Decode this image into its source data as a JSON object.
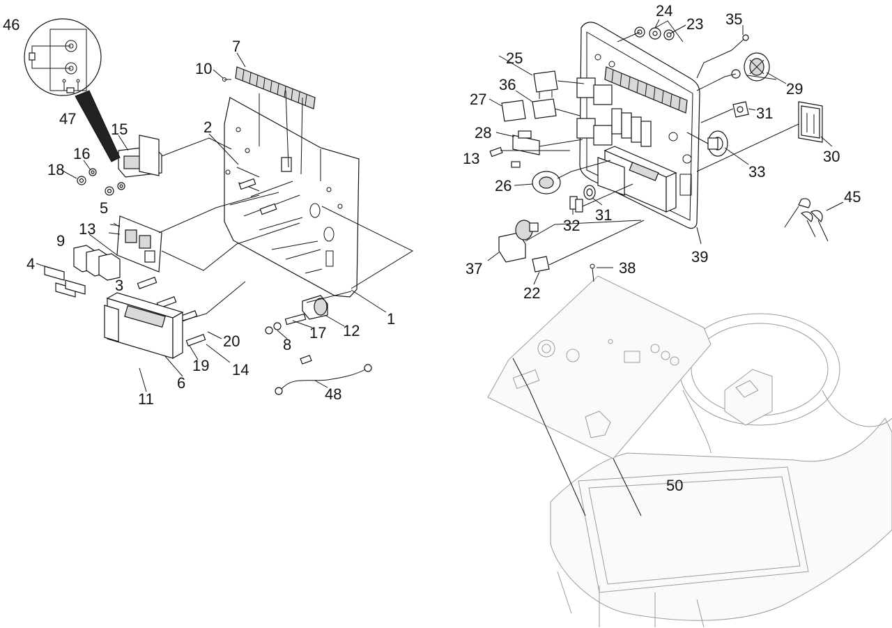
{
  "callouts": {
    "n1": "1",
    "n2": "2",
    "n3": "3",
    "n4": "4",
    "n5": "5",
    "n6": "6",
    "n7": "7",
    "n8": "8",
    "n9": "9",
    "n10": "10",
    "n11": "11",
    "n12": "12",
    "n13a": "13",
    "n13b": "13",
    "n14": "14",
    "n15": "15",
    "n16": "16",
    "n17": "17",
    "n18": "18",
    "n19": "19",
    "n20": "20",
    "n22": "22",
    "n23": "23",
    "n24": "24",
    "n25": "25",
    "n26": "26",
    "n27": "27",
    "n28": "28",
    "n29": "29",
    "n30": "30",
    "n31a": "31",
    "n31b": "31",
    "n32": "32",
    "n33": "33",
    "n35": "35",
    "n36": "36",
    "n37": "37",
    "n38": "38",
    "n39": "39",
    "n45": "45",
    "n46": "46",
    "n47": "47",
    "n48": "48",
    "n50": "50"
  }
}
